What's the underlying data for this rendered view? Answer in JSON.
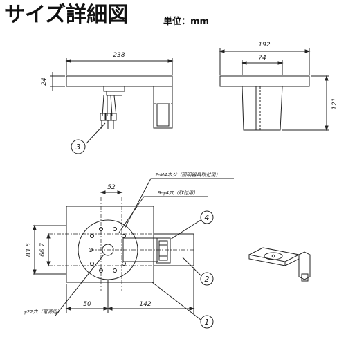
{
  "title": "サイズ詳細図",
  "unit_label": "単位：mm",
  "dimensions": {
    "top_width": "238",
    "top_thickness": "24",
    "side_width": "192",
    "side_inner_width": "74",
    "side_height": "121",
    "hole_pitch": "52",
    "height_outer": "83.5",
    "height_inner": "66.7",
    "left_offset": "50",
    "arm_length": "142"
  },
  "annotations": {
    "m4_screw": "2-M4ネジ（照明器具取付用）",
    "mount_holes": "9-φ4穴（取付用）",
    "cable_hole": "φ22穴（電源用）"
  },
  "balloons": {
    "b1": "1",
    "b2": "2",
    "b3": "3",
    "b4": "4"
  }
}
